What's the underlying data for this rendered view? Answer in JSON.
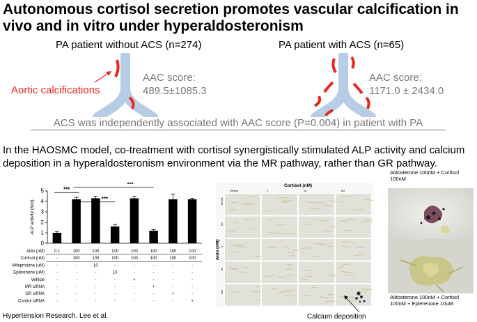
{
  "title": "Autonomous cortisol secretion promotes vascular calcification in vivo and in vitro under hyperaldosteronism",
  "groups": [
    {
      "label": "PA patient without ACS (n=274)",
      "aac_label": "AAC score:",
      "aac_value": "489.5±1085.3"
    },
    {
      "label": "PA patient with ACS (n=65)",
      "aac_label": "AAC score:",
      "aac_value": "1171.0 ± 2434.0"
    }
  ],
  "aortic_label": "Aortic calcifications",
  "acs_result": "ACS was independently associated with AAC score (P=0.004) in patient with PA",
  "haosmc_text": "In the HAOSMC model, co-treatment with cortisol synergistically stimulated ALP activity and calcium deposition in a hyperaldosteronism environment via the MR pathway, rather than GR pathway.",
  "colors": {
    "calcification": "#e8281e",
    "aorta": "#b7cde6",
    "bar": "#000000"
  },
  "chart_data": {
    "type": "bar",
    "ylabel": "ALP activity (fold)",
    "ylim": [
      0,
      5
    ],
    "yticks": [
      0,
      1,
      2,
      3,
      4,
      5
    ],
    "values": [
      1.0,
      4.2,
      4.3,
      1.6,
      4.3,
      1.2,
      4.2,
      4.2
    ],
    "errors": [
      0.1,
      0.2,
      0.2,
      0.2,
      0.2,
      0.1,
      0.5,
      0.1
    ],
    "significance": [
      {
        "from": 0,
        "to": 1,
        "label": "***"
      },
      {
        "from": 1,
        "to": 3,
        "label": "***"
      },
      {
        "from": 1,
        "to": 5,
        "label": "***"
      }
    ],
    "table": [
      {
        "label": "Aldo (nM)",
        "cells": [
          "0.1",
          "100",
          "100",
          "100",
          "100",
          "100",
          "100",
          "100"
        ]
      },
      {
        "label": "Cortisol (nM)",
        "cells": [
          "-",
          "100",
          "100",
          "100",
          "100",
          "100",
          "100",
          "100"
        ]
      },
      {
        "label": "Mifepristone (uM)",
        "cells": [
          "-",
          "-",
          "10",
          "-",
          "-",
          "-",
          "-",
          "-"
        ]
      },
      {
        "label": "Eplerenone (uM)",
        "cells": [
          "-",
          "-",
          "-",
          "10",
          "-",
          "-",
          "-",
          "-"
        ]
      },
      {
        "label": "Vehicle",
        "cells": [
          "-",
          "-",
          "-",
          "-",
          "+",
          "-",
          "-",
          "-"
        ]
      },
      {
        "label": "MR siRNA",
        "cells": [
          "-",
          "-",
          "-",
          "-",
          "-",
          "+",
          "-",
          "-"
        ]
      },
      {
        "label": "GR siRNA",
        "cells": [
          "-",
          "-",
          "-",
          "-",
          "-",
          "-",
          "+",
          "-"
        ]
      },
      {
        "label": "Control siRNA",
        "cells": [
          "-",
          "-",
          "-",
          "-",
          "-",
          "-",
          "-",
          "+"
        ]
      }
    ]
  },
  "micro": {
    "cortisol_label": "Cortisol (nM)",
    "columns": [
      "Vehicle",
      "1",
      "10",
      "100"
    ],
    "aldo_label": "Aldo (nM)",
    "rows": [
      "Vehicle",
      "0.1",
      "1",
      "10",
      "100"
    ]
  },
  "stain_top_caption": "Aldosterone 100nM + Cortisol 100nM",
  "stain_bottom_caption": "Aldosterone 100nM + Cortisol 100nM + Eplerenone 10uM",
  "calcium_label": "Calcium deposition",
  "footer": "Hypertension Research. Lee et al."
}
